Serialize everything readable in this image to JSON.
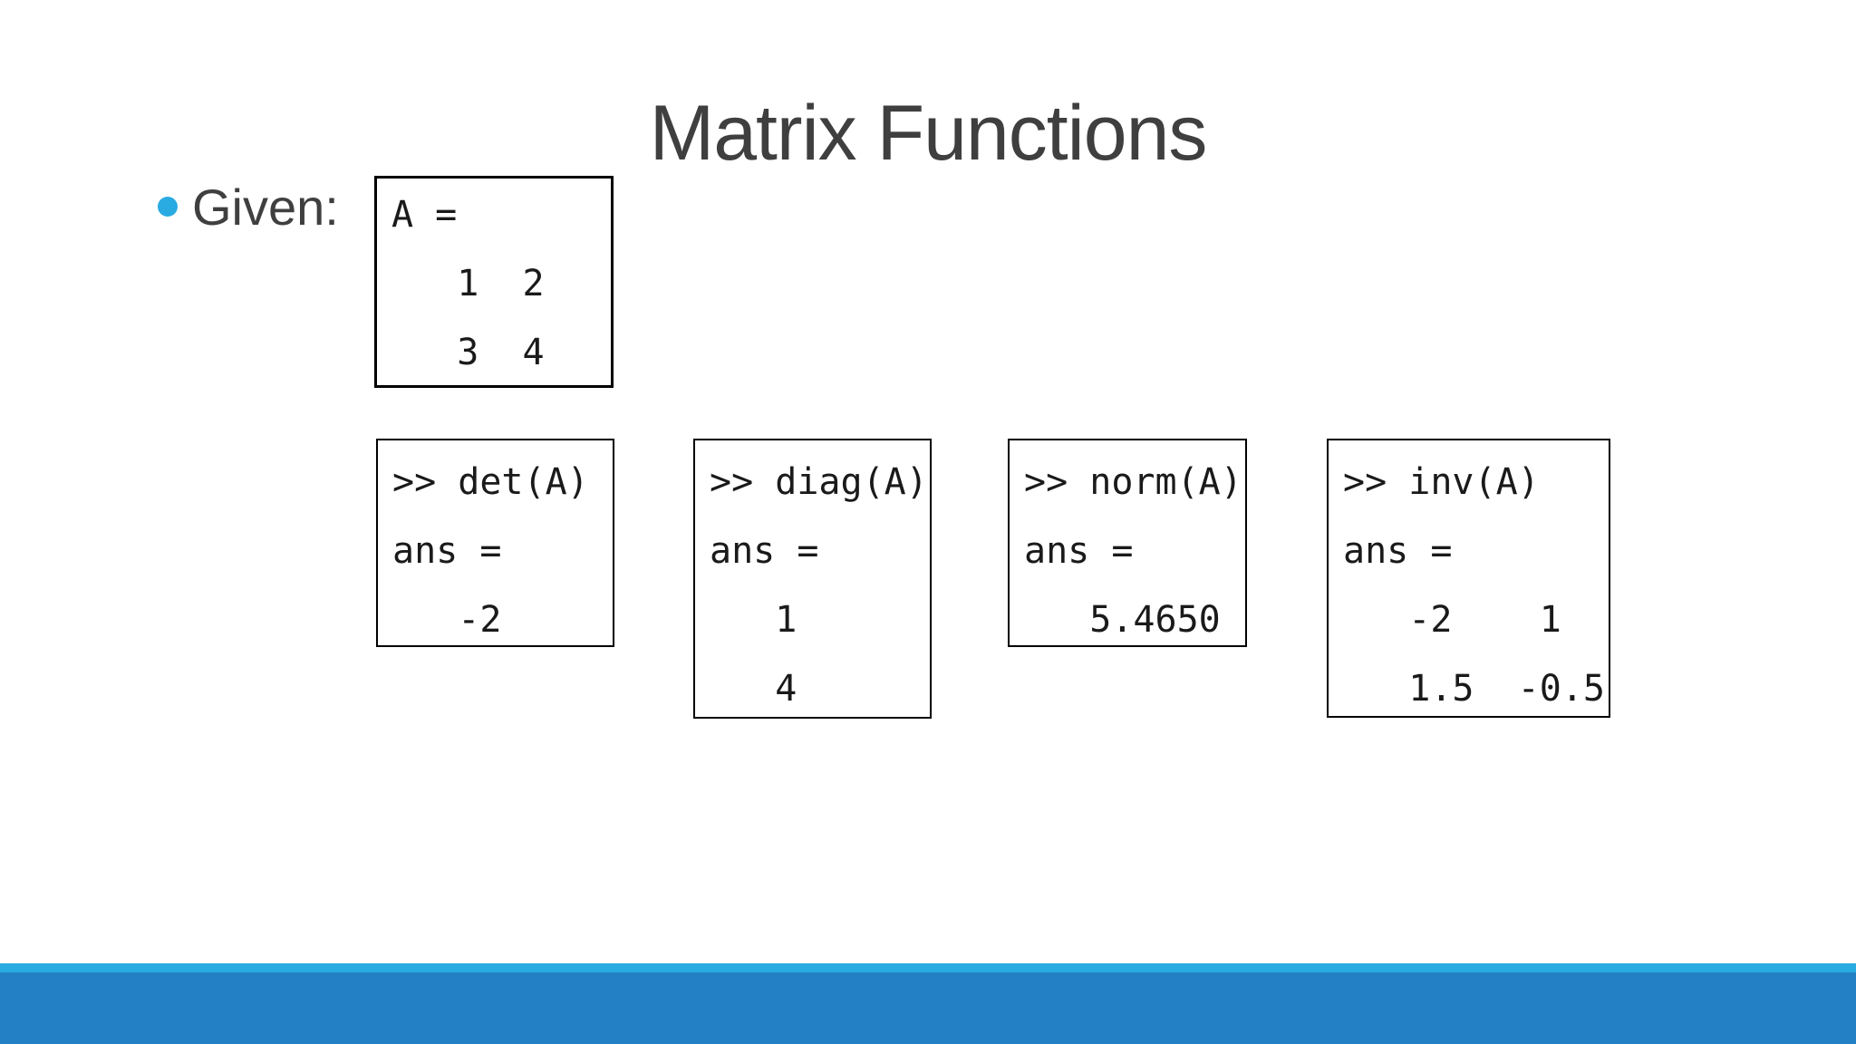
{
  "slide": {
    "title": "Matrix Functions",
    "bullet": {
      "label": "Given:"
    },
    "matrix_box": {
      "name": "matrix A definition",
      "text": "A =\n   1  2\n   3  4"
    },
    "output_boxes": {
      "det": {
        "text": ">> det(A)\nans =\n   -2"
      },
      "diag": {
        "text": ">> diag(A)\nans =\n   1\n   4"
      },
      "norm": {
        "text": ">> norm(A)\nans =\n   5.4650"
      },
      "inv": {
        "text": ">> inv(A)\nans =\n   -2    1\n   1.5  -0.5"
      }
    },
    "colors": {
      "heading_text": "#3f3f3f",
      "code_text": "#1a1a1a",
      "accent_blue": "#29abe2",
      "footer_blue": "#2380c4",
      "box_border": "#000000",
      "background": "#ffffff"
    }
  }
}
